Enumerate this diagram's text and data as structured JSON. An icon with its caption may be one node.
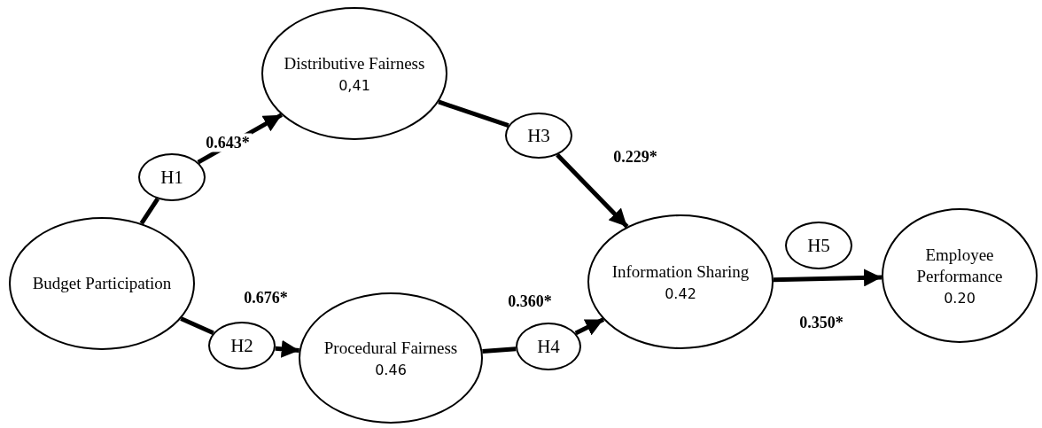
{
  "diagram": {
    "nodes": [
      {
        "text": [
          "Distributive Fairness",
          "0,41"
        ]
      },
      {
        "text": [
          "H1"
        ]
      },
      {
        "text": [
          "H3"
        ]
      },
      {
        "text": [
          "Budget Participation"
        ]
      },
      {
        "text": [
          "Information Sharing",
          "0.42"
        ]
      },
      {
        "text": [
          "H5"
        ]
      },
      {
        "text": [
          "Employee Performance",
          "0.20"
        ]
      },
      {
        "text": [
          "H2"
        ]
      },
      {
        "text": [
          "Procedural Fairness",
          "0.46"
        ]
      },
      {
        "text": [
          "H4"
        ]
      }
    ],
    "edges": [
      {
        "from": 3,
        "to": 1,
        "arrow": "none"
      },
      {
        "from": 1,
        "to": 0,
        "arrow": "to",
        "label": "0.643*"
      },
      {
        "from": 0,
        "to": 2,
        "arrow": "none"
      },
      {
        "from": 2,
        "to": 4,
        "arrow": "to",
        "label": "0.229*"
      },
      {
        "from": 3,
        "to": 7,
        "arrow": "none"
      },
      {
        "from": 7,
        "to": 8,
        "arrow": "to",
        "label": "0.676*"
      },
      {
        "from": 8,
        "to": 9,
        "arrow": "none"
      },
      {
        "from": 9,
        "to": 4,
        "arrow": "to",
        "label": "0.360*"
      },
      {
        "from": 4,
        "to": 6,
        "arrow": "to",
        "label": "0.350*"
      }
    ]
  }
}
